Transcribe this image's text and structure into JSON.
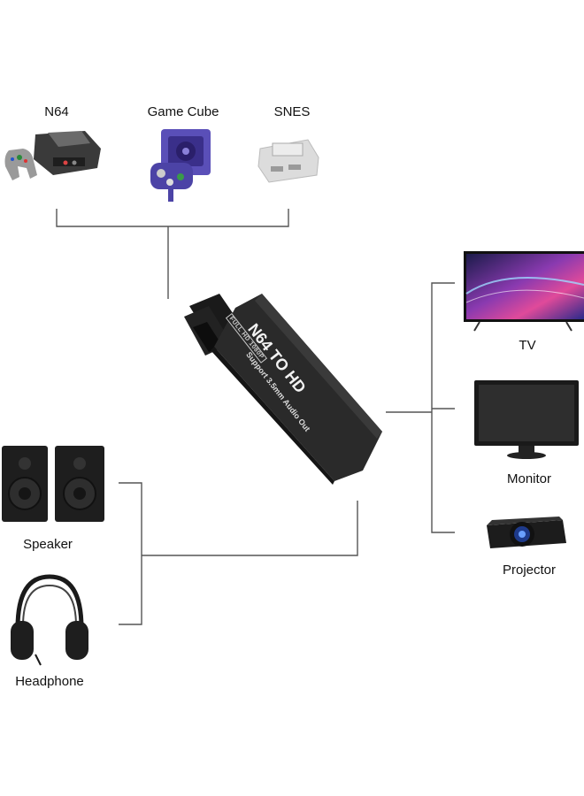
{
  "sources": {
    "n64": "N64",
    "gamecube": "Game Cube",
    "snes": "SNES"
  },
  "adapter": {
    "badge": "FULL HD 1080P",
    "title": "N64 TO HD",
    "subtitle": "Support 3.5mm Audio Out"
  },
  "displays": {
    "tv": "TV",
    "monitor": "Monitor",
    "projector": "Projector"
  },
  "audio": {
    "speaker": "Speaker",
    "headphone": "Headphone"
  },
  "colors": {
    "line": "#555555",
    "device_body": "#2a2a2a",
    "gamecube": "#5a4fb8",
    "n64_console": "#3a3a3a",
    "snes": "#d9d9d9"
  }
}
